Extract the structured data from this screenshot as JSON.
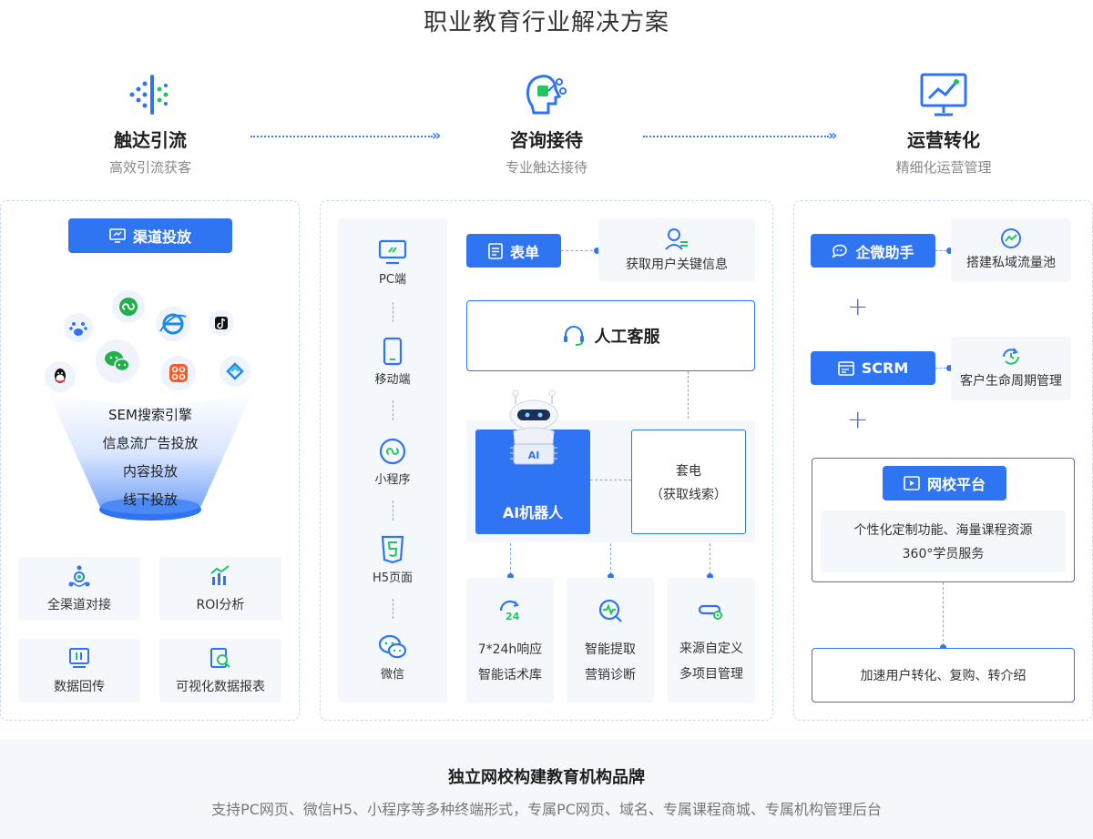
{
  "title": "职业教育行业解决方案",
  "stages": [
    {
      "name": "触达引流",
      "sub": "高效引流获客"
    },
    {
      "name": "咨询接待",
      "sub": "专业触达接待"
    },
    {
      "name": "运营转化",
      "sub": "精细化运营管理"
    }
  ],
  "left": {
    "header": "渠道投放",
    "funnel": [
      "SEM搜索引擎",
      "信息流广告投放",
      "内容投放",
      "线下投放"
    ],
    "cards": [
      "全渠道对接",
      "ROI分析",
      "数据回传",
      "可视化数据报表"
    ]
  },
  "middle": {
    "devices": [
      "PC端",
      "移动端",
      "小程序",
      "H5页面",
      "微信"
    ],
    "form_label": "表单",
    "form_desc": "获取用户关键信息",
    "service": "人工客服",
    "robot": "AI机器人",
    "robot_chip": "AI",
    "call_line1": "套电",
    "call_line2": "（获取线索）",
    "cards": [
      {
        "l1": "7*24h响应",
        "l2": "智能话术库"
      },
      {
        "l1": "智能提取",
        "l2": "营销诊断"
      },
      {
        "l1": "来源自定义",
        "l2": "多项目管理"
      }
    ]
  },
  "right": {
    "qiwei": "企微助手",
    "qiwei_desc": "搭建私域流量池",
    "scrm": "SCRM",
    "scrm_desc": "客户生命周期管理",
    "platform": "网校平台",
    "platform_l1": "个性化定制功能、海量课程资源",
    "platform_l2": "360°学员服务",
    "final": "加速用户转化、复购、转介绍"
  },
  "footer": {
    "title": "独立网校构建教育机构品牌",
    "sub": "支持PC网页、微信H5、小程序等多种终端形式，专属PC网页、域名、专属课程商城、专属机构管理后台"
  },
  "colors": {
    "accent": "#2f74f2",
    "green": "#22c55e",
    "panel_bg": "#f4f7fc"
  }
}
